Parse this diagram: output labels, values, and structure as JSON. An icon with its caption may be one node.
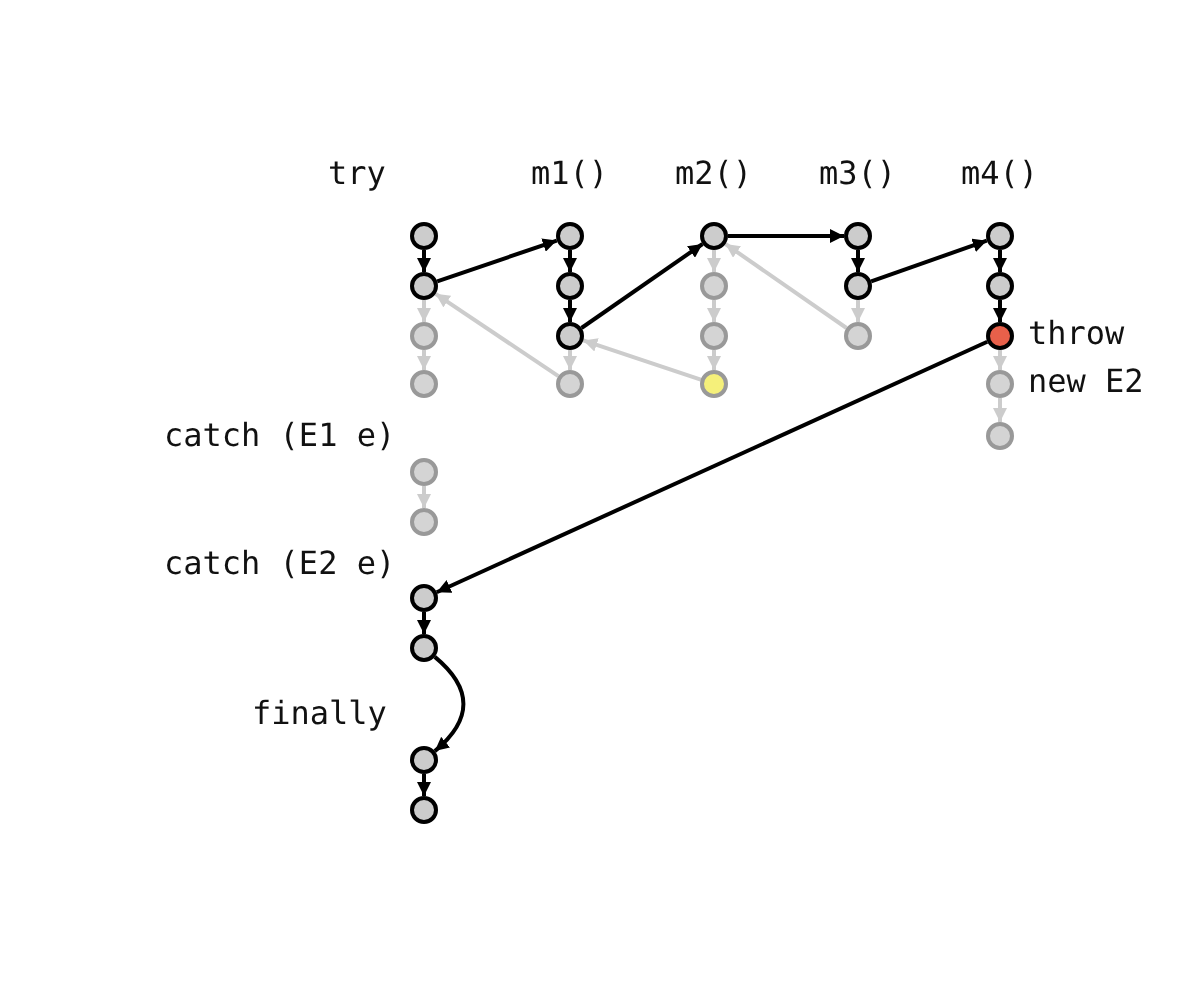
{
  "diagram": {
    "nodes": [
      {
        "text": [],
        "shape": "circle"
      },
      {
        "text": [],
        "shape": "circle"
      },
      {
        "text": [],
        "shape": "circle"
      },
      {
        "text": [],
        "shape": "circle"
      },
      {
        "text": [],
        "shape": "circle"
      },
      {
        "text": [],
        "shape": "circle"
      },
      {
        "text": [],
        "shape": "circle"
      },
      {
        "text": [],
        "shape": "circle"
      },
      {
        "text": [],
        "shape": "circle"
      },
      {
        "text": [],
        "shape": "circle"
      },
      {
        "text": [],
        "shape": "circle"
      },
      {
        "text": [],
        "shape": "circle"
      },
      {
        "text": [],
        "shape": "circle"
      },
      {
        "text": [],
        "shape": "circle"
      },
      {
        "text": [],
        "shape": "circle"
      },
      {
        "text": [],
        "shape": "circle"
      },
      {
        "text": [],
        "shape": "circle"
      },
      {
        "text": [],
        "shape": "circle"
      },
      {
        "text": [],
        "shape": "circle"
      },
      {
        "text": [],
        "shape": "circle"
      },
      {
        "text": [],
        "shape": "circle"
      },
      {
        "text": [],
        "shape": "circle"
      },
      {
        "text": [],
        "shape": "circle"
      },
      {
        "text": [],
        "shape": "circle",
        "beside": [
          "throw"
        ]
      },
      {
        "text": [],
        "shape": "circle",
        "beside": [
          "new E2"
        ]
      },
      {
        "text": [],
        "shape": "circle"
      }
    ],
    "edges": [
      {
        "from": 0,
        "to": 1,
        "arrow": "to"
      },
      {
        "from": 1,
        "to": 10,
        "arrow": "to"
      },
      {
        "from": 10,
        "to": 11,
        "arrow": "to"
      },
      {
        "from": 11,
        "to": 12,
        "arrow": "to"
      },
      {
        "from": 12,
        "to": 14,
        "arrow": "to"
      },
      {
        "from": 14,
        "to": 18,
        "arrow": "to"
      },
      {
        "from": 18,
        "to": 19,
        "arrow": "to"
      },
      {
        "from": 19,
        "to": 21,
        "arrow": "to"
      },
      {
        "from": 21,
        "to": 22,
        "arrow": "to"
      },
      {
        "from": 22,
        "to": 23,
        "arrow": "to"
      },
      {
        "from": 23,
        "to": 6,
        "arrow": "to"
      },
      {
        "from": 6,
        "to": 7,
        "arrow": "to"
      },
      {
        "from": 7,
        "to": 8,
        "arrow": "to"
      },
      {
        "from": 8,
        "to": 9,
        "arrow": "to"
      },
      {
        "from": 1,
        "to": 2,
        "arrow": "to",
        "color": "#cccccc"
      },
      {
        "from": 2,
        "to": 3,
        "arrow": "to",
        "color": "#cccccc"
      },
      {
        "from": 4,
        "to": 5,
        "arrow": "to",
        "color": "#cccccc"
      },
      {
        "from": 12,
        "to": 13,
        "arrow": "to",
        "color": "#cccccc"
      },
      {
        "from": 13,
        "to": 1,
        "arrow": "to",
        "color": "#cccccc"
      },
      {
        "from": 14,
        "to": 15,
        "arrow": "to",
        "color": "#cccccc"
      },
      {
        "from": 15,
        "to": 16,
        "arrow": "to",
        "color": "#cccccc"
      },
      {
        "from": 16,
        "to": 17,
        "arrow": "to",
        "color": "#cccccc"
      },
      {
        "from": 17,
        "to": 12,
        "arrow": "to",
        "color": "#cccccc"
      },
      {
        "from": 19,
        "to": 20,
        "arrow": "to",
        "color": "#cccccc"
      },
      {
        "from": 20,
        "to": 14,
        "arrow": "to",
        "color": "#cccccc"
      },
      {
        "from": 23,
        "to": 24,
        "arrow": "to",
        "color": "#cccccc"
      },
      {
        "from": 24,
        "to": 25,
        "arrow": "to",
        "color": "#cccccc"
      }
    ],
    "labels": [
      "try",
      "m1()",
      "m2()",
      "m3()",
      "m4()",
      "catch (E1 e)",
      "catch (E2 e)",
      "finally"
    ]
  }
}
